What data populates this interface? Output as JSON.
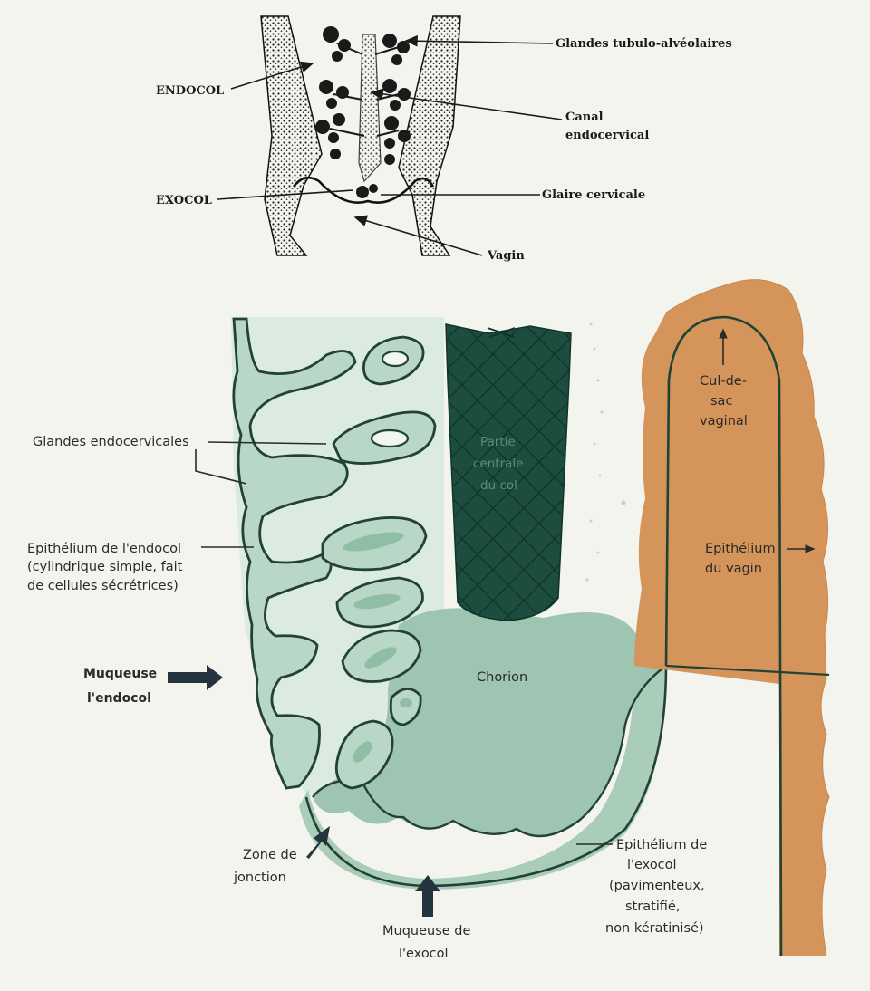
{
  "top_figure": {
    "labels": {
      "endocol": "ENDOCOL",
      "exocol": "EXOCOL",
      "glandes_tubulo": "Glandes tubulo-alvéolaires",
      "canal_line1": "Canal",
      "canal_line2": "endocervical",
      "glaire": "Glaire cervicale",
      "vagin": "Vagin"
    }
  },
  "main_figure": {
    "labels": {
      "glandes_endocervicales": "Glandes endocervicales",
      "epithelium_endocol_1": "Epithélium de l'endocol",
      "epithelium_endocol_2": "(cylindrique simple, fait",
      "epithelium_endocol_3": "de cellules sécrétrices)",
      "muqueuse_endocol_1": "Muqueuse",
      "muqueuse_endocol_2": "l'endocol",
      "partie_centrale_1": "Partie",
      "partie_centrale_2": "centrale",
      "partie_centrale_3": "du col",
      "chorion": "Chorion",
      "cul_de_sac_1": "Cul-de-",
      "cul_de_sac_2": "sac",
      "cul_de_sac_3": "vaginal",
      "epithelium_vagin_1": "Epithélium",
      "epithelium_vagin_2": "du vagin",
      "zone_jonction_1": "Zone de",
      "zone_jonction_2": "jonction",
      "muqueuse_exocol_1": "Muqueuse de",
      "muqueuse_exocol_2": "l'exocol",
      "epithelium_exocol_1": "Epithélium de",
      "epithelium_exocol_2": "l'exocol",
      "epithelium_exocol_3": "(pavimenteux,",
      "epithelium_exocol_4": "stratifié,",
      "epithelium_exocol_5": "non kératinisé)"
    }
  },
  "colors": {
    "background": "#f4f4ee",
    "endocol_fill": "#dcebe2",
    "epithelium_fill": "#b9d7c6",
    "chorion_fill": "#9ec5b2",
    "exocol_fill": "#a9cdb9",
    "stroma_dark": "#1c4d3e",
    "vagina_fill": "#d4945a",
    "outline": "#234236"
  }
}
